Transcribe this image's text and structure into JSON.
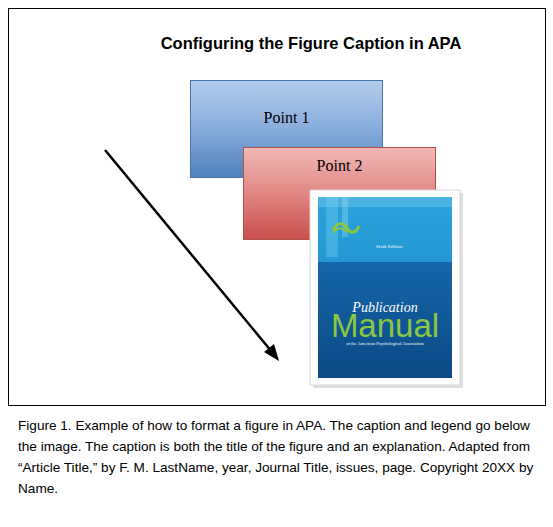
{
  "diagram": {
    "title": "Configuring the Figure Caption in APA",
    "caption": "Figure 1. Example of how to format a figure in APA. The caption and legend go below the image. The caption is both the title of the figure and an explanation. Adapted from “Article Title,” by F. M. LastName, year, Journal Title, issues, page. Copyright 20XX by Name.",
    "nodes": [
      {
        "text": [
          "Point 1"
        ]
      },
      {
        "text": [
          "Point 2"
        ]
      },
      {
        "text": [
          "Sixth Edition",
          "Publication",
          "Manual",
          "of the American Psychological Association"
        ]
      }
    ]
  }
}
